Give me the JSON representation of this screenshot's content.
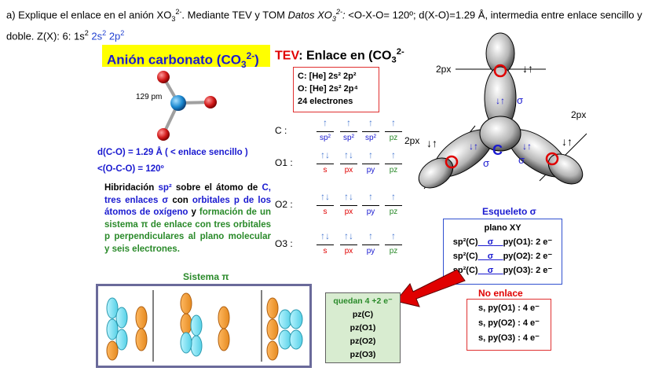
{
  "question": {
    "prefix": "a) Explique el enlace en el anión XO",
    "ion_sub": "3",
    "ion_sup": "2-",
    "middle": ". Mediante TEV y TOM ",
    "datos_label": "Datos XO",
    "datos_sub": "3",
    "datos_sup": "2-",
    "datos_colon": ":",
    "data_text": " <O-X-O= 120º; d(X-O)=1.29 Å, intermedia entre enlace sencillo y doble. Z(X): 6: 1s",
    "conf_tail": "2s",
    "conf_tail2": "2p"
  },
  "title": {
    "text": "Anión carbonato (CO",
    "sub": "3",
    "sup": "2-",
    "close": ")"
  },
  "tev": {
    "label": "TEV",
    "rest": ": Enlace en (CO",
    "sub": "3",
    "sup": "2-"
  },
  "config": {
    "c": "C: [He] 2s² 2p²",
    "o": "O: [He] 2s² 2p⁴",
    "e": "24 electrones"
  },
  "distance_label": "129 pm",
  "bond_length": "d(C-O) = 1.29 Å  ( < enlace sencillo )",
  "bond_angle": "<(O-C-O) = 120º",
  "hybridization": {
    "p1": "Hibridación ",
    "sp2": "sp²",
    "p2": " sobre el átomo de ",
    "p3": "C, tres enlaces σ",
    "p4": " con ",
    "p5": "orbitales p de los átomos de oxígeno",
    "p6": " y ",
    "p7": "formación de un sistema π de enlace con tres orbitales p perpendiculares al plano molecular y seis electrones."
  },
  "orbital_rows": [
    {
      "label": "C :",
      "boxes": [
        "↑",
        "↑",
        "↑",
        "↑"
      ],
      "labels": [
        "sp²",
        "sp²",
        "sp²",
        "pz"
      ]
    },
    {
      "label": "O1 :",
      "boxes": [
        "↑↓",
        "↑↓",
        "↑",
        "↑"
      ],
      "labels": [
        "s",
        "px",
        "py",
        "pz"
      ]
    },
    {
      "label": "O2 :",
      "boxes": [
        "↑↓",
        "↑↓",
        "↑",
        "↑"
      ],
      "labels": [
        "s",
        "px",
        "py",
        "pz"
      ]
    },
    {
      "label": "O3 :",
      "boxes": [
        "↑↓",
        "↑↓",
        "↑",
        "↑"
      ],
      "labels": [
        "s",
        "px",
        "py",
        "pz"
      ]
    }
  ],
  "diagram": {
    "labels": [
      "2px",
      "2px",
      "2px",
      "C"
    ],
    "sigma": [
      "σ",
      "σ",
      "σ"
    ]
  },
  "skeleton": {
    "title": "Esqueleto σ",
    "plane": "plano XY",
    "rows": [
      "sp²(C)",
      "py(O1): 2 e⁻",
      "sp²(C)",
      "py(O2): 2 e⁻",
      "sp²(C)",
      "py(O3): 2 e⁻"
    ],
    "sigma": "σ"
  },
  "no_bond": {
    "title": "No enlace",
    "rows": [
      "s, py(O1) : 4 e⁻",
      "s, py(O2) : 4 e⁻",
      "s, py(O3) : 4 e⁻"
    ]
  },
  "remaining": {
    "title": "quedan 4 +2 e⁻",
    "rows": [
      "pz(C)",
      "pz(O1)",
      "pz(O2)",
      "pz(O3)"
    ]
  },
  "pi_system": {
    "title": "Sistema π"
  },
  "colors": {
    "highlight": "#ffff00",
    "blue_text": "#1a1ad0",
    "red_text": "#e00000",
    "green_text": "#2a8a2a",
    "orange_orbital": "#f5a033",
    "cyan_orbital": "#7fe3f0",
    "arrow_red": "#e00000"
  }
}
